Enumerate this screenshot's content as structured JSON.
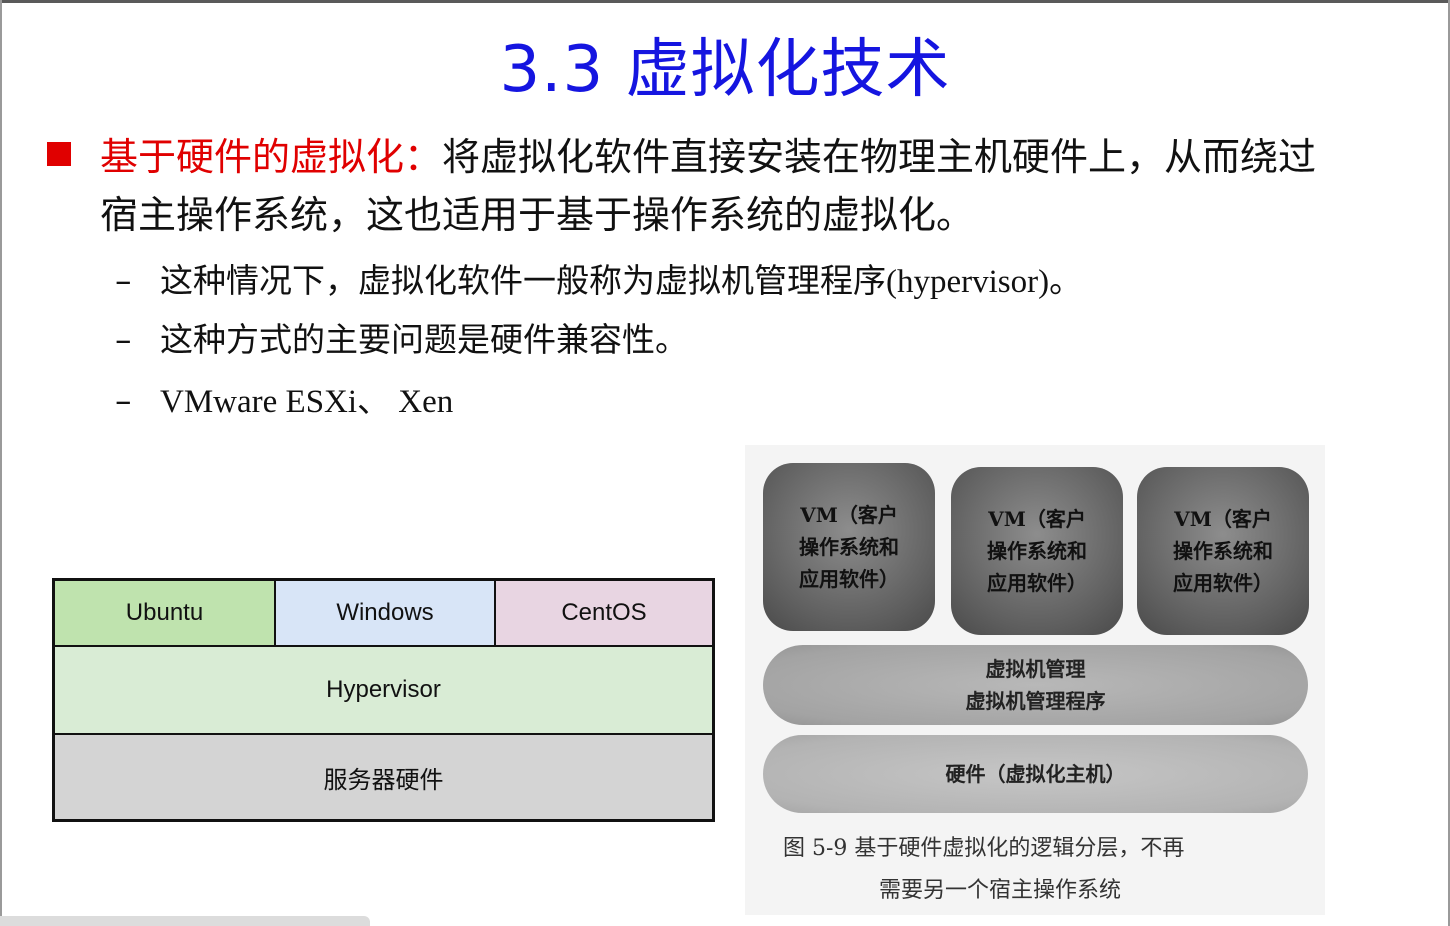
{
  "title": "3.3 虚拟化技术",
  "bullet": {
    "lead": "基于硬件的虚拟化：",
    "text_line1": "将虚拟化软件直接安装在物理主机硬件上，从而绕过",
    "text_line2": "宿主操作系统，这也适用于基于操作系统的虚拟化。"
  },
  "subitems": [
    {
      "dash": "–",
      "text": "这种情况下，虚拟化软件一般称为虚拟机管理程序",
      "serif_suffix": "(hypervisor)",
      "tail": "。"
    },
    {
      "dash": "–",
      "text": "这种方式的主要问题是硬件兼容性。",
      "serif_suffix": "",
      "tail": ""
    },
    {
      "dash": "–",
      "text": "",
      "serif_suffix": "VMware ESXi、 Xen",
      "tail": ""
    }
  ],
  "diagram": {
    "vms": [
      "Ubuntu",
      "Windows",
      "CentOS"
    ],
    "hypervisor": "Hypervisor",
    "hardware": "服务器硬件",
    "colors": {
      "ubuntu": "#bfe3ae",
      "windows": "#d8e5f7",
      "centos": "#e8d5e2",
      "hypervisor": "#d9ecd5",
      "hardware": "#d4d4d4"
    }
  },
  "figure": {
    "vm_boxes": [
      {
        "line1": "VM（客户",
        "line2": "操作系统和",
        "line3": "应用软件）"
      },
      {
        "line1": "VM（客户",
        "line2": "操作系统和",
        "line3": "应用软件）"
      },
      {
        "line1": "VM（客户",
        "line2": "操作系统和",
        "line3": "应用软件）"
      }
    ],
    "manager_line1": "虚拟机管理",
    "manager_line2": "虚拟机管理程序",
    "hardware": "硬件（虚拟化主机）",
    "caption_line1": "图 5-9   基于硬件虚拟化的逻辑分层，不再",
    "caption_line2": "需要另一个宿主操作系统"
  }
}
